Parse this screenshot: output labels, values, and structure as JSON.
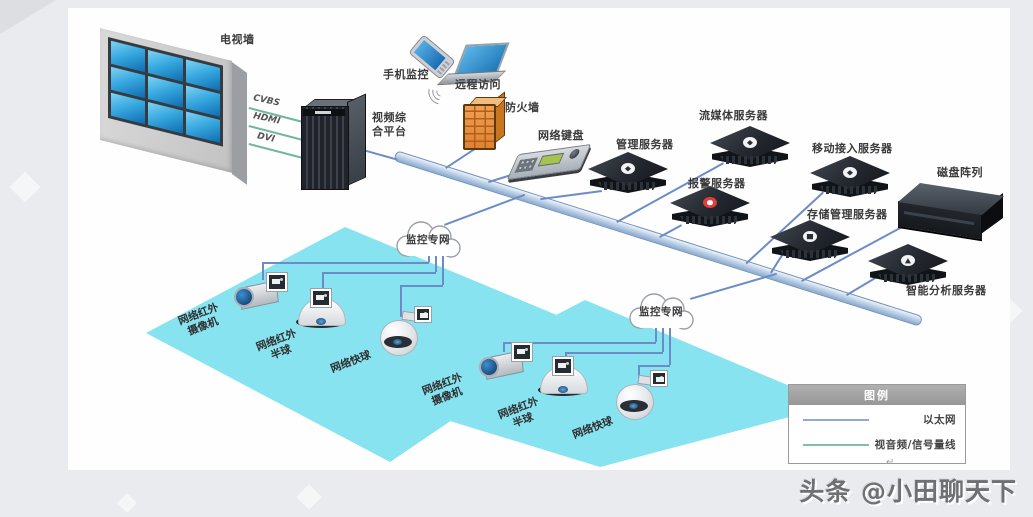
{
  "page": {
    "background": "#e9ebee",
    "canvas_background": "#fefefe"
  },
  "colors": {
    "ethernet_line": "#6c8cc8",
    "signal_line": "#6fb7a0",
    "backbone_pipe": "#aec6e2",
    "network_zone_cyan": "#87e3ef",
    "alarm_red": "#e23b3b",
    "firewall_orange": "#e78f3c",
    "screen_blue": "#2196d8"
  },
  "tv_wall": {
    "label": "电视墙",
    "rows": 3,
    "cols": 3
  },
  "video_platform": {
    "label_line1": "视频综",
    "label_line2": "合平台"
  },
  "wall_links": {
    "cvbs": "CVBS",
    "hdmi": "HDMI",
    "dvi": "DVI"
  },
  "remote": {
    "phone_label": "手机监控",
    "laptop_label": "远程访问"
  },
  "firewall": {
    "label": "防火墙"
  },
  "keyboard": {
    "label": "网络键盘"
  },
  "servers": {
    "management": "管理服务器",
    "streaming": "流媒体服务器",
    "mobile_access": "移动接入服务器",
    "alarm": "报警服务器",
    "storage": "存储管理服务器",
    "disk_array": "磁盘阵列",
    "analysis": "智能分析服务器"
  },
  "camera_groups": [
    {
      "cloud": "监控专网",
      "cameras": [
        {
          "line1": "网络红外",
          "line2": "摄像机"
        },
        {
          "line1": "网络红外",
          "line2": "半球"
        },
        {
          "line1": "网络快球",
          "line2": ""
        }
      ]
    },
    {
      "cloud": "监控专网",
      "cameras": [
        {
          "line1": "网络红外",
          "line2": "摄像机"
        },
        {
          "line1": "网络红外",
          "line2": "半球"
        },
        {
          "line1": "网络快球",
          "line2": ""
        }
      ]
    }
  ],
  "legend": {
    "title": "图例",
    "items": [
      {
        "label": "以太网",
        "color": "#8fa8d8"
      },
      {
        "label": "视音频/信号量线",
        "color": "#7fbfae"
      }
    ]
  },
  "watermark": {
    "text": "头条 @小田聊天下",
    "mark": "↵"
  }
}
